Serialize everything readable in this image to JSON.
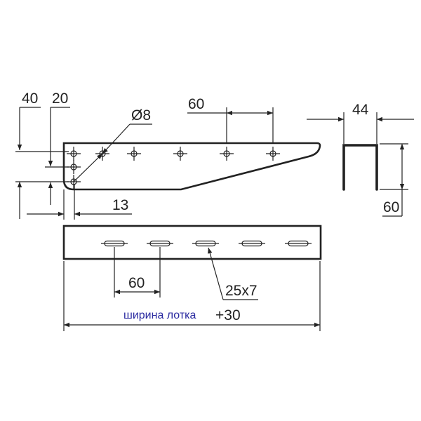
{
  "drawing": {
    "side_view": {
      "dim_40": "40",
      "dim_20": "20",
      "dim_13": "13",
      "hole_diameter": "Ø8",
      "hole_pitch": "60"
    },
    "profile_view": {
      "width": "44",
      "height": "60"
    },
    "front_view": {
      "slot_pitch": "60",
      "slot_size": "25x7",
      "overall_note": "ширина лотка",
      "overall_add": "+30"
    },
    "colors": {
      "line": "#222222",
      "note": "#2a2aa0"
    }
  }
}
